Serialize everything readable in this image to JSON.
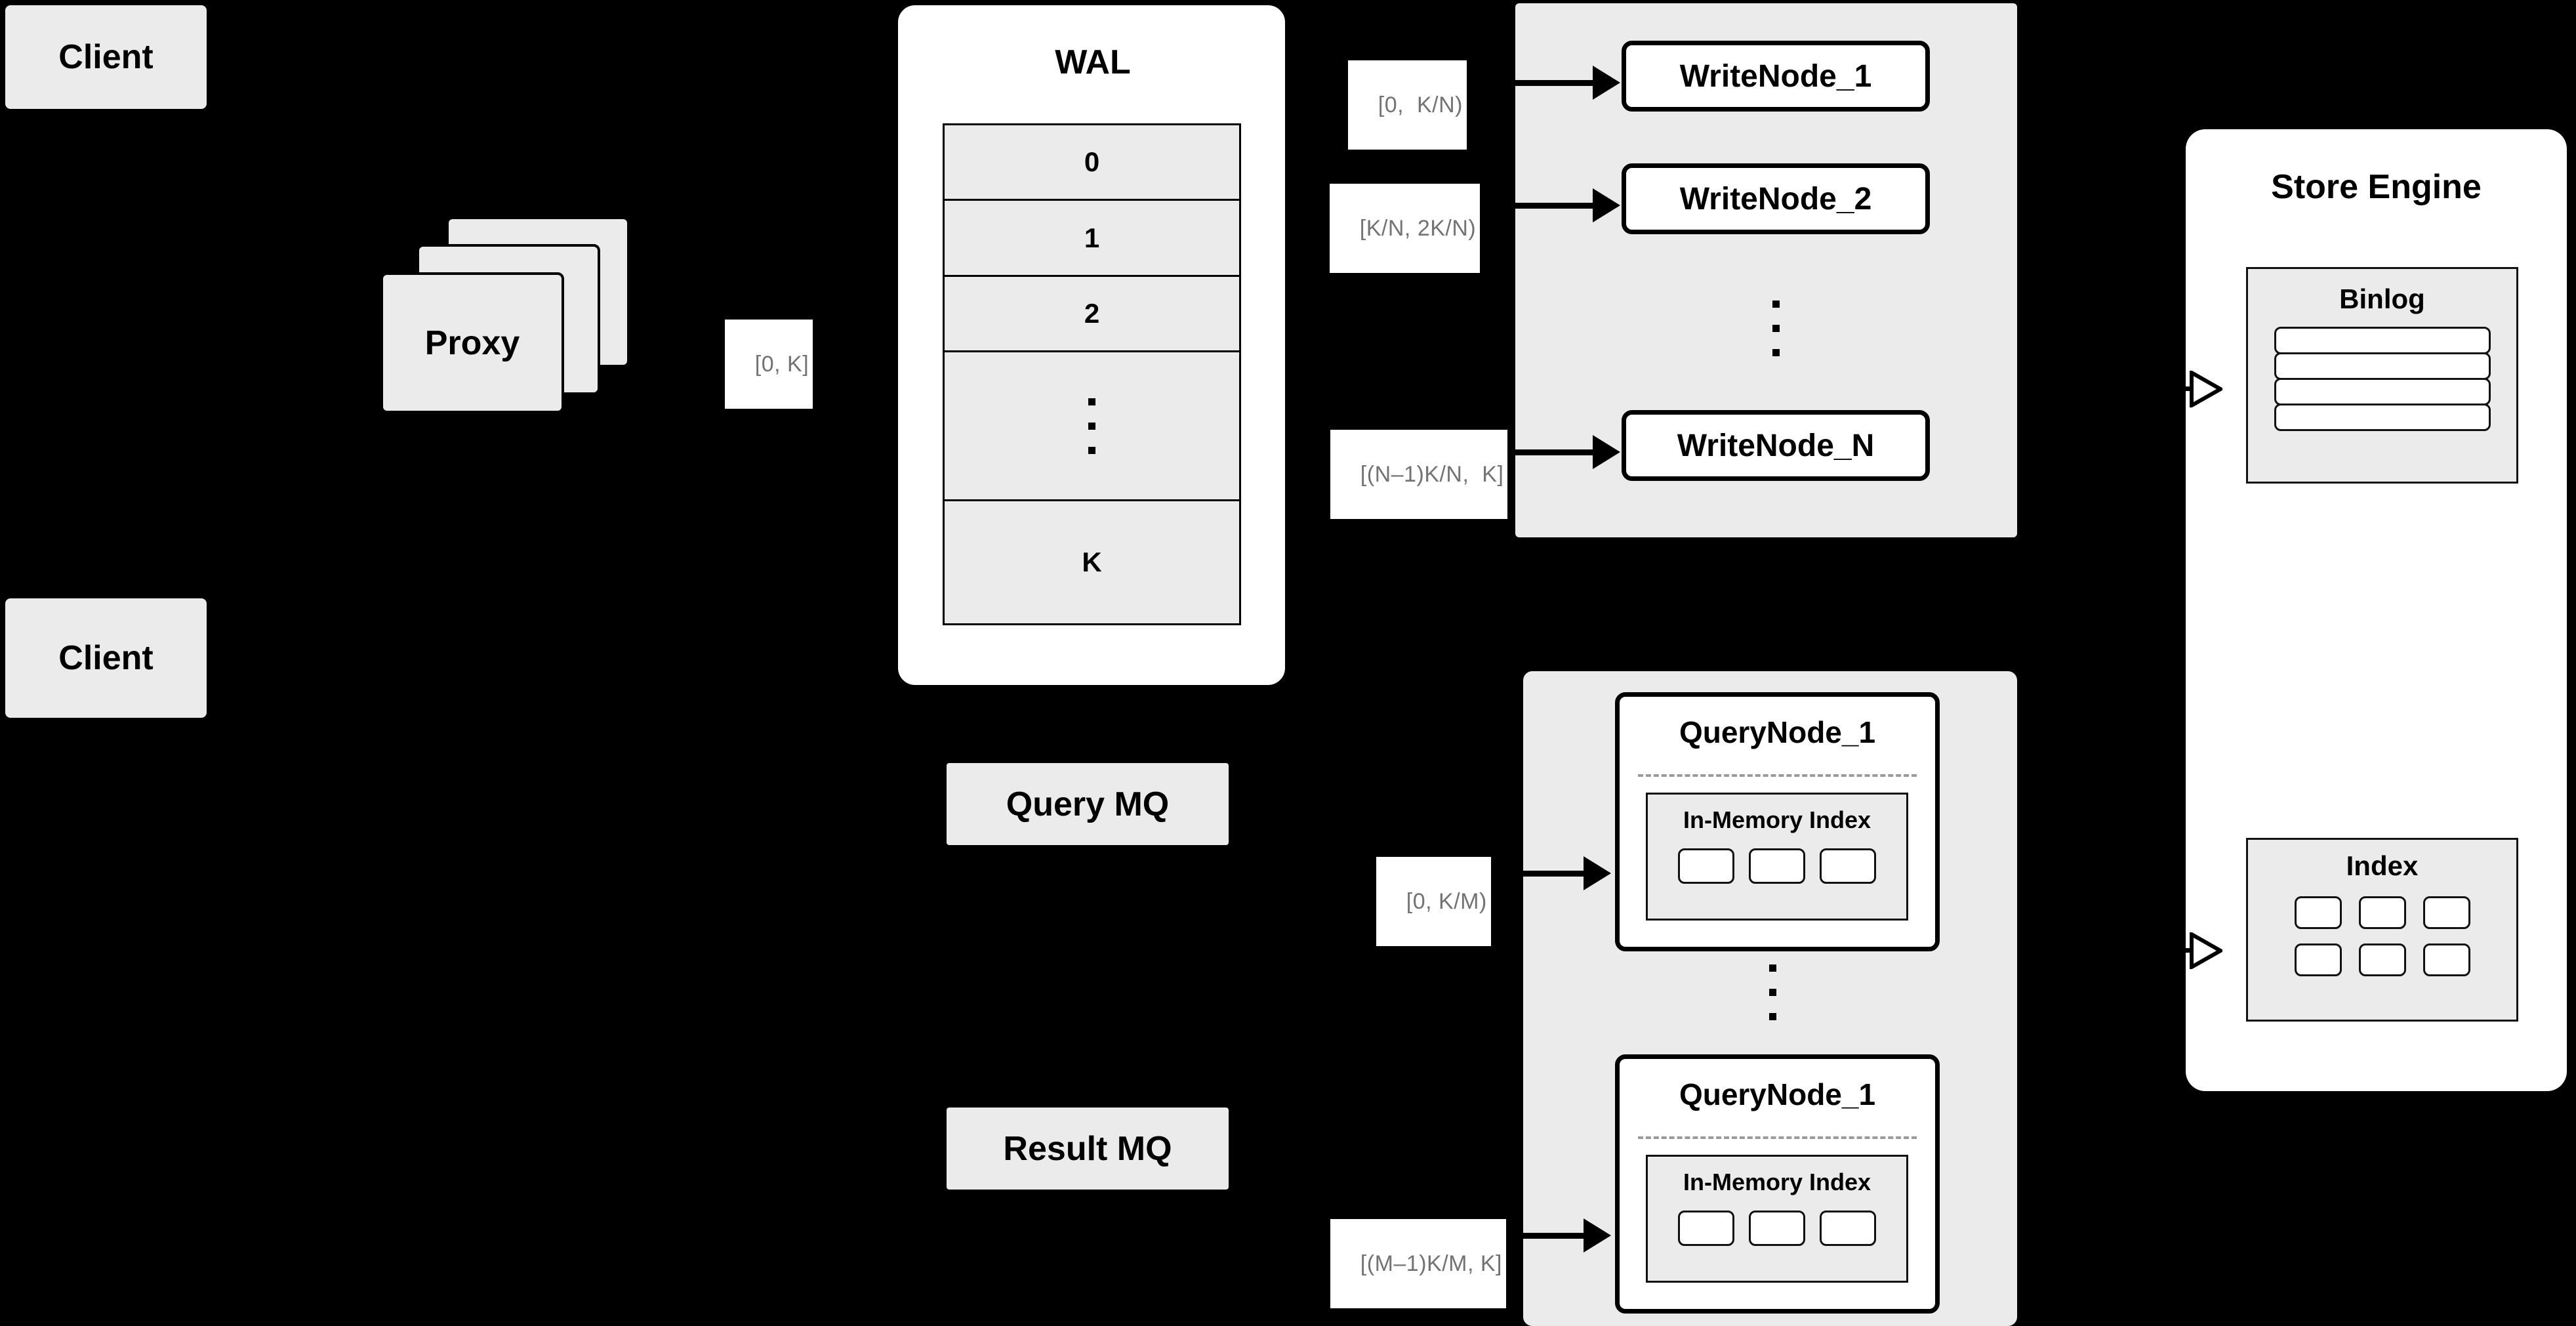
{
  "diagram": {
    "background_color": "#000000",
    "box_fill": "#ebebeb",
    "node_fill": "#ffffff",
    "label_text_color": "#737373",
    "border_color": "#000000"
  },
  "clients": [
    {
      "label": "Client"
    },
    {
      "label": "Client"
    }
  ],
  "proxy": {
    "label": "Proxy",
    "stack_count": 3
  },
  "proxy_range_label": "[0, K]",
  "wal": {
    "title": "WAL",
    "cells": [
      "0",
      "1",
      "2",
      "",
      "K"
    ],
    "ellipsis_cell_index": 3
  },
  "write_cluster": {
    "nodes": [
      {
        "label": "WriteNode_1",
        "range": "[0,  K/N)"
      },
      {
        "label": "WriteNode_2",
        "range": "[K/N, 2K/N)"
      },
      {
        "label": "WriteNode_N",
        "range": "[(N–1)K/N,  K]"
      }
    ]
  },
  "queues": [
    {
      "label": "Query MQ"
    },
    {
      "label": "Result MQ"
    }
  ],
  "query_cluster": {
    "nodes": [
      {
        "label": "QueryNode_1",
        "range": "[0, K/M)",
        "index": {
          "label": "In-Memory Index",
          "segment_count": 3
        }
      },
      {
        "label": "QueryNode_1",
        "range": "[(M–1)K/M, K]",
        "index": {
          "label": "In-Memory Index",
          "segment_count": 3
        }
      }
    ]
  },
  "store_engine": {
    "title": "Store Engine",
    "binlog": {
      "title": "Binlog",
      "row_count": 4
    },
    "index": {
      "title": "Index",
      "cell_count": 6
    }
  }
}
